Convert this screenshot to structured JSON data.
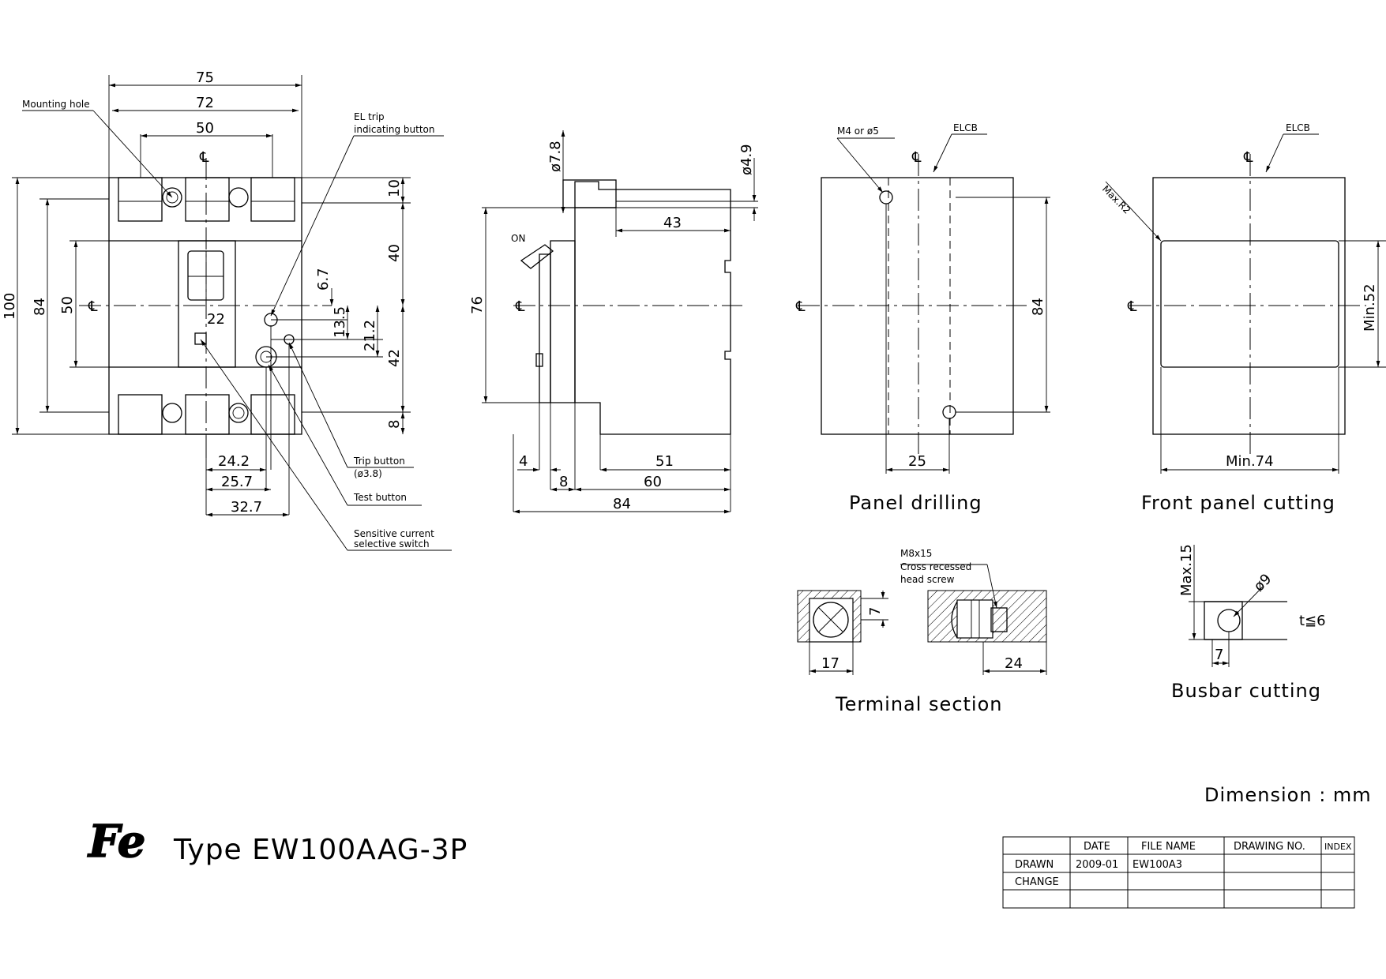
{
  "front_view": {
    "dims": {
      "w75": "75",
      "w72": "72",
      "w50": "50",
      "h100": "100",
      "h84": "84",
      "h50": "50",
      "d10": "10",
      "d40": "40",
      "d42": "42",
      "d8": "8",
      "d6_7": "6.7",
      "d13_5": "13.5",
      "d21_2": "21.2",
      "d22": "22",
      "d24_2": "24.2",
      "d25_7": "25.7",
      "d32_7": "32.7"
    },
    "labels": {
      "mounting_hole": "Mounting hole",
      "el_trip_1": "EL trip",
      "el_trip_2": "indicating button",
      "trip_button_1": "Trip button",
      "trip_button_2": "(ø3.8)",
      "test_button": "Test button",
      "sensitive_1": "Sensitive current",
      "sensitive_2": "selective switch"
    }
  },
  "side_view": {
    "dims": {
      "d7_8": "ø7.8",
      "d4_9": "ø4.9",
      "d43": "43",
      "d76": "76",
      "d4": "4",
      "d51": "51",
      "d8": "8",
      "d60": "60",
      "d84": "84"
    },
    "on_label": "ON"
  },
  "panel_drilling": {
    "caption": "Panel drilling",
    "screw_label": "M4 or ø5",
    "elcb": "ELCB",
    "d84": "84",
    "d25": "25"
  },
  "front_panel_cutting": {
    "caption": "Front panel cutting",
    "elcb": "ELCB",
    "radius": "Max.R2",
    "min52": "Min.52",
    "min74": "Min.74"
  },
  "terminal_section": {
    "caption": "Terminal section",
    "screw_1": "M8x15",
    "screw_2": "Cross recessed",
    "screw_3": "head screw",
    "d7": "7",
    "d17": "17",
    "d24": "24"
  },
  "busbar_cutting": {
    "caption": "Busbar cutting",
    "max15": "Max.15",
    "d9": "ø9",
    "d7": "7",
    "thickness": "t≦6"
  },
  "centerline_symbol": "℄",
  "dimension_note": "Dimension : mm",
  "logo_text": "Fe",
  "type_label": "Type EW100AAG-3P",
  "title_block": {
    "headers": [
      "",
      "DATE",
      "FILE NAME",
      "DRAWING NO.",
      "INDEX"
    ],
    "rows": [
      [
        "DRAWN",
        "2009-01",
        "EW100A3",
        "",
        ""
      ],
      [
        "CHANGE",
        "",
        "",
        "",
        ""
      ],
      [
        "",
        "",
        "",
        "",
        ""
      ]
    ]
  }
}
